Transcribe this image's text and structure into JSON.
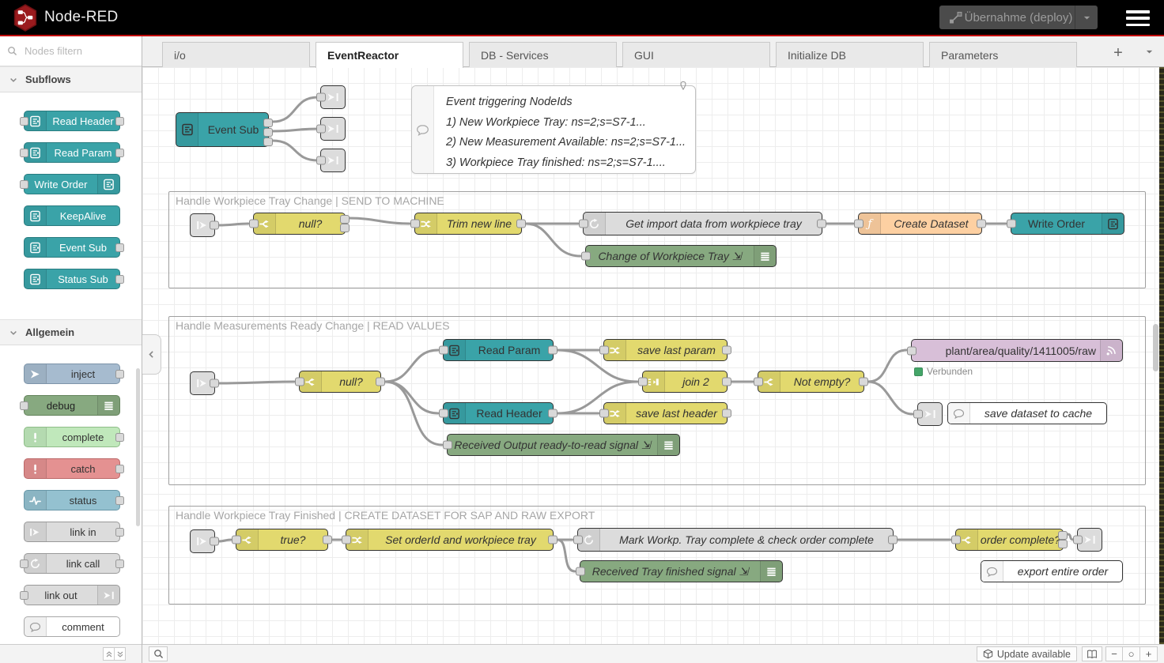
{
  "header": {
    "app_title": "Node-RED",
    "deploy_label": "Übernahme (deploy)"
  },
  "palette": {
    "search_placeholder": "Nodes filtern",
    "sections": [
      {
        "label": "Subflows",
        "nodes": [
          {
            "label": "Read Header"
          },
          {
            "label": "Read Param"
          },
          {
            "label": "Write Order"
          },
          {
            "label": "KeepAlive"
          },
          {
            "label": "Event Sub"
          },
          {
            "label": "Status Sub"
          }
        ]
      },
      {
        "label": "Allgemein",
        "nodes": [
          {
            "label": "inject"
          },
          {
            "label": "debug"
          },
          {
            "label": "complete"
          },
          {
            "label": "catch"
          },
          {
            "label": "status"
          },
          {
            "label": "link in"
          },
          {
            "label": "link call"
          },
          {
            "label": "link out"
          },
          {
            "label": "comment"
          }
        ]
      }
    ]
  },
  "tabs": {
    "items": [
      {
        "label": "i/o"
      },
      {
        "label": "EventReactor"
      },
      {
        "label": "DB - Services"
      },
      {
        "label": "GUI"
      },
      {
        "label": "Initialize DB"
      },
      {
        "label": "Parameters"
      }
    ]
  },
  "canvas": {
    "note": {
      "title": "Event triggering NodeIds",
      "lines": [
        "1) New Workpiece Tray: ns=2;s=S7-1...",
        "2) New Measurement Available: ns=2;s=S7-1...",
        "3) Workpiece Tray finished: ns=2;s=S7-1...."
      ]
    },
    "groups": [
      {
        "title": "Handle Workpiece Tray Change | SEND TO MACHINE"
      },
      {
        "title": "Handle Measurements Ready Change | READ VALUES"
      },
      {
        "title": "Handle Workpiece Tray Finished | CREATE DATASET FOR SAP AND RAW EXPORT"
      }
    ],
    "nodes": {
      "event_sub": "Event Sub",
      "g1_switch": "null?",
      "g1_change": "Trim new line",
      "g1_linkcall": "Get import data from workpiece tray",
      "g1_function": "Create Dataset",
      "g1_subflow": "Write Order",
      "g1_debug": "Change of Workpiece Tray ⇲",
      "g2_switch": "null?",
      "g2_subflow_param": "Read Param",
      "g2_subflow_header": "Read Header",
      "g2_change_param": "save last param",
      "g2_change_header": "save last header",
      "g2_join": "join 2",
      "g2_switch_notempty": "Not empty?",
      "g2_mqtt": "plant/area/quality/1411005/raw",
      "g2_mqtt_status": "Verbunden",
      "g2_debug": "Received Output ready-to-read signal ⇲",
      "g2_comment": "save dataset to cache",
      "g3_switch_true": "true?",
      "g3_change": "Set orderId and workpiece tray",
      "g3_linkcall": "Mark Workp. Tray complete & check order complete",
      "g3_debug": "Received Tray finished signal ⇲",
      "g3_switch_order": "order complete?",
      "g3_comment": "export entire order"
    }
  },
  "statusbar": {
    "update_label": "Update available"
  },
  "icons": {
    "add_tab": "+",
    "zoom_out": "−",
    "zoom_reset": "○",
    "zoom_in": "+"
  },
  "colors": {
    "header_red_line": "#c00000",
    "subflow_teal": "#3aa3a8",
    "switch_yellow": "#e2d96e",
    "function_orange": "#fdd0a2",
    "debug_green": "#87a980",
    "mqtt_lavender": "#d8bfd8",
    "inject_blue": "#a6bbcf",
    "complete_green": "#c0e8bb",
    "catch_red": "#e49191",
    "status_blue": "#94c1d0",
    "link_gray": "#dcdcdc",
    "connected_green": "#44a568",
    "wire_gray": "#999999"
  }
}
